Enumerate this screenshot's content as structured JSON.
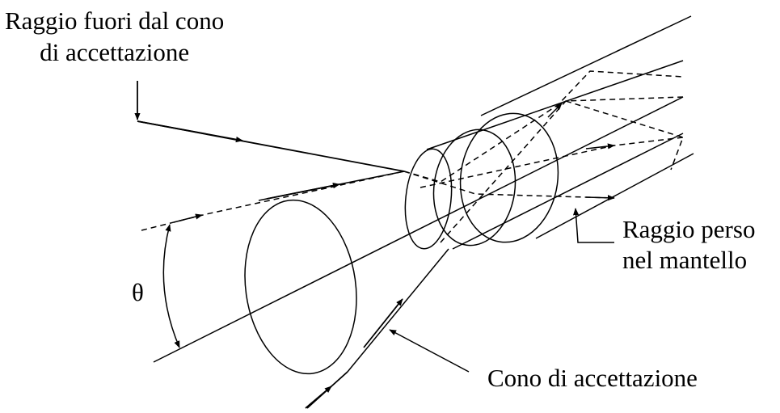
{
  "labels": {
    "ray_outside_line1": "Raggio fuori dal cono",
    "ray_outside_line2": "di accettazione",
    "ray_lost_line1": "Raggio perso",
    "ray_lost_line2": "nel mantello",
    "acceptance_cone": "Cono di accettazione",
    "theta": "θ"
  },
  "colors": {
    "ink": "#000000",
    "background": "#ffffff"
  }
}
